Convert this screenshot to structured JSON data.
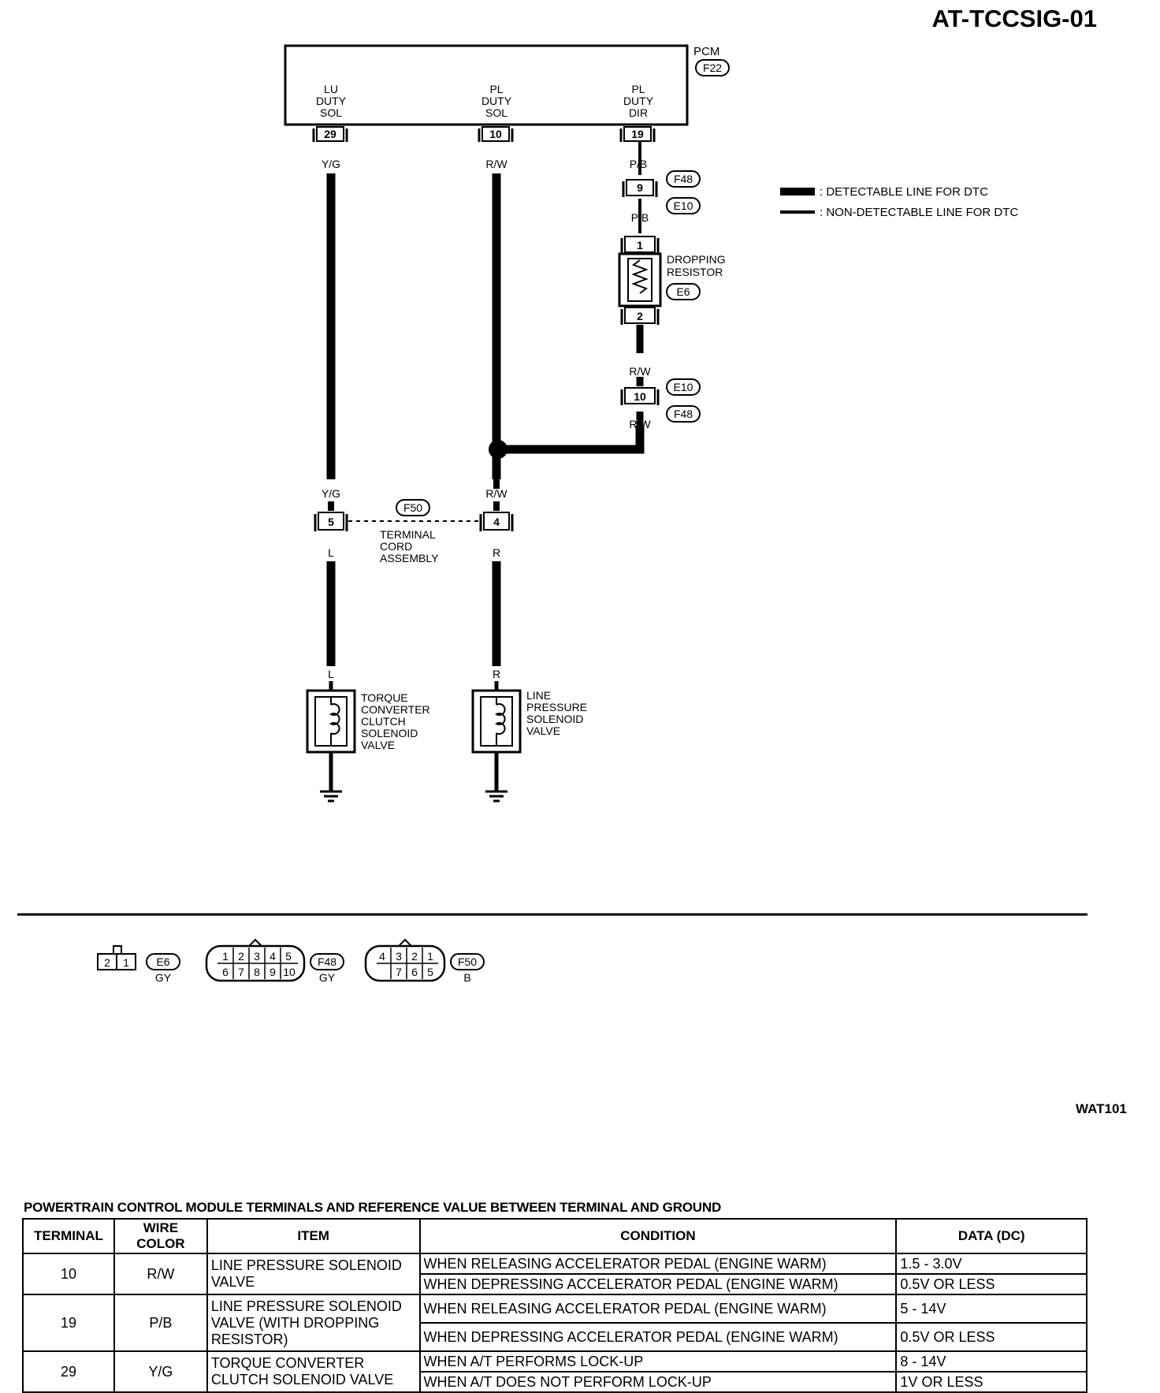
{
  "diagram_code": "AT-TCCSIG-01",
  "figure_ref": "WAT101",
  "pcm": {
    "label": "PCM",
    "connector": "F22"
  },
  "pcm_terminals": [
    {
      "name_lines": [
        "LU",
        "DUTY",
        "SOL"
      ],
      "pin": "29",
      "wire": "Y/G"
    },
    {
      "name_lines": [
        "PL",
        "DUTY",
        "SOL"
      ],
      "pin": "10",
      "wire": "R/W"
    },
    {
      "name_lines": [
        "PL",
        "DUTY",
        "DIR"
      ],
      "pin": "19",
      "wire": "P/B"
    }
  ],
  "right_branch": {
    "joint_pin": "9",
    "joint_connectors": [
      "F48",
      "E10"
    ],
    "wire_after_joint": "P/B",
    "resistor_label": [
      "DROPPING",
      "RESISTOR"
    ],
    "resistor_connector": "E6",
    "resistor_pins": [
      "1",
      "2"
    ],
    "wire_after_resistor": "R/W",
    "joint2_pin": "10",
    "joint2_connectors": [
      "E10",
      "F48"
    ],
    "wire_after_joint2": "R/W"
  },
  "legend": [
    {
      "text": ": DETECTABLE LINE FOR DTC"
    },
    {
      "text": ": NON-DETECTABLE LINE FOR DTC"
    }
  ],
  "terminal_cord": {
    "connector": "F50",
    "label": [
      "TERMINAL",
      "CORD",
      "ASSEMBLY"
    ],
    "left_pin": "5",
    "left_wire_in": "Y/G",
    "left_wire_out": "L",
    "right_pin": "4",
    "right_wire_in": "R/W",
    "right_wire_out": "R"
  },
  "valves": [
    {
      "wire": "L",
      "label": [
        "TORQUE",
        "CONVERTER",
        "CLUTCH",
        "SOLENOID",
        "VALVE"
      ]
    },
    {
      "wire": "R",
      "label": [
        "LINE",
        "PRESSURE",
        "SOLENOID",
        "VALVE"
      ]
    }
  ],
  "connector_views": [
    {
      "top_row": [
        "2",
        "1"
      ],
      "bottom_row": [],
      "id": "E6",
      "color": "GY"
    },
    {
      "top_row": [
        "1",
        "2",
        "3",
        "4",
        "5"
      ],
      "bottom_row": [
        "6",
        "7",
        "8",
        "9",
        "10"
      ],
      "id": "F48",
      "color": "GY"
    },
    {
      "top_row": [
        "4",
        "3",
        "2",
        "1"
      ],
      "bottom_row": [
        "7",
        "6",
        "5"
      ],
      "id": "F50",
      "color": "B"
    }
  ],
  "table": {
    "title": "POWERTRAIN CONTROL MODULE TERMINALS AND REFERENCE VALUE BETWEEN TERMINAL AND GROUND",
    "headers": [
      "TERMINAL",
      "WIRE COLOR",
      "ITEM",
      "CONDITION",
      "DATA (DC)"
    ],
    "rows": [
      {
        "terminal": "10",
        "wire": "R/W",
        "item": "LINE PRESSURE SOLENOID VALVE",
        "conditions": [
          {
            "condition": "WHEN RELEASING ACCELERATOR PEDAL (ENGINE WARM)",
            "data": "1.5 - 3.0V"
          },
          {
            "condition": "WHEN DEPRESSING ACCELERATOR PEDAL (ENGINE WARM)",
            "data": "0.5V OR LESS"
          }
        ]
      },
      {
        "terminal": "19",
        "wire": "P/B",
        "item": "LINE PRESSURE SOLENOID VALVE (WITH DROPPING RESISTOR)",
        "conditions": [
          {
            "condition": "WHEN RELEASING ACCELERATOR PEDAL (ENGINE WARM)",
            "data": "5 - 14V"
          },
          {
            "condition": "WHEN DEPRESSING ACCELERATOR PEDAL (ENGINE WARM)",
            "data": "0.5V OR LESS"
          }
        ]
      },
      {
        "terminal": "29",
        "wire": "Y/G",
        "item": "TORQUE CONVERTER CLUTCH SOLENOID VALVE",
        "conditions": [
          {
            "condition": "WHEN A/T PERFORMS LOCK-UP",
            "data": "8 - 14V"
          },
          {
            "condition": "WHEN A/T DOES NOT PERFORM LOCK-UP",
            "data": "1V OR LESS"
          }
        ]
      }
    ]
  }
}
